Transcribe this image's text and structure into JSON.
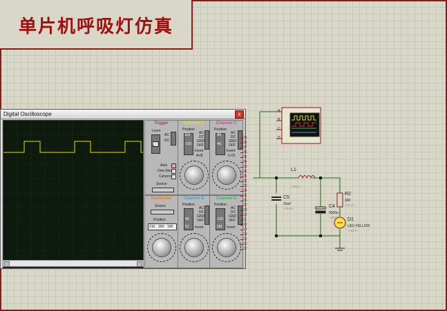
{
  "title": "单片机呼吸灯仿真",
  "oscilloscope": {
    "window_title": "Digital Oscilloscope",
    "close_glyph": "x",
    "trigger": {
      "title": "Trigger",
      "level": "Level",
      "ac": "AC",
      "dc": "DC",
      "auto": "Auto",
      "one_shot": "One-Shot",
      "cursors": "Cursors",
      "source": "Source"
    },
    "channels": [
      {
        "name": "Channel A",
        "color": "#e6e600",
        "position": "Position",
        "ac": "AC",
        "dc": "DC",
        "gnd": "GND",
        "off": "OFF",
        "invert": "Invert",
        "ab": "A+B",
        "pos_value": "-120",
        "sens": "110"
      },
      {
        "name": "Channel C",
        "color": "#e03aa6",
        "position": "Position",
        "ac": "AC",
        "dc": "DC",
        "gnd": "GND",
        "off": "OFF",
        "invert": "Invert",
        "cd": "C+D",
        "pos_value": "-40",
        "sens": "-80"
      },
      {
        "name": "Channel B",
        "color": "#3aa3e0",
        "position": "Position",
        "ac": "AC",
        "dc": "DC",
        "gnd": "GND",
        "off": "OFF",
        "invert": "Invert",
        "pos_value": "40",
        "sens": "51"
      },
      {
        "name": "Channel D",
        "color": "#3ab85a",
        "position": "Position",
        "ac": "AC",
        "dc": "DC",
        "gnd": "GND",
        "off": "OFF",
        "invert": "Invert",
        "pos_value": "-120",
        "sens": "130"
      }
    ],
    "horizontal": {
      "title": "Horizontal",
      "source": "Source",
      "position": "Position",
      "values": [
        "210",
        "200",
        "190"
      ]
    },
    "trigger_level_value": "0",
    "pins": [
      "39",
      "38",
      "37",
      "36",
      "35",
      "34",
      "33",
      "32",
      "21",
      "22",
      "23",
      "24",
      "25",
      "26",
      "27",
      "28",
      "10",
      "11",
      "12",
      "13",
      "14",
      "15",
      "16",
      "17"
    ]
  },
  "schematic": {
    "scope_pins": [
      "A",
      "B",
      "C",
      "D"
    ],
    "L1": {
      "name": "L1",
      "text": "<TEXT>"
    },
    "C5": {
      "name": "C5",
      "value": "10uF",
      "text": "<TEXT>"
    },
    "C4": {
      "name": "C4",
      "value": "5000u",
      "text": "<TEXT>"
    },
    "R2": {
      "name": "R2",
      "value": "300",
      "text": "<TEXT>"
    },
    "D1": {
      "name": "D1",
      "value": "LED-YELLOW",
      "text": "<TEXT>"
    }
  }
}
